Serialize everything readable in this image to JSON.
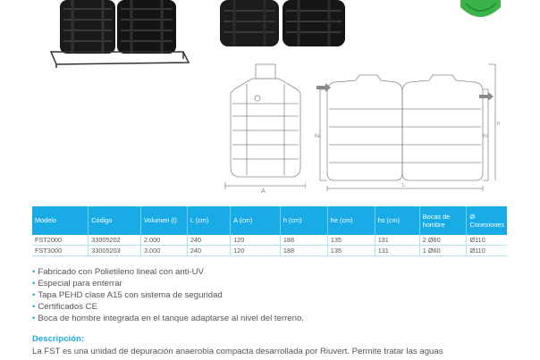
{
  "colors": {
    "accent": "#19abe6",
    "tank": "#1a1a1a",
    "drawing_line": "#8a8a8a",
    "green": "#3cb34a"
  },
  "drawings": {
    "front_label": "A",
    "side_labels": {
      "he": "he",
      "hs": "hs",
      "h": "h",
      "L": "L"
    }
  },
  "table": {
    "headers": [
      "Modelo",
      "Código",
      "Volumen (l)",
      "L (cm)",
      "A (cm)",
      "h (cm)",
      "he (cm)",
      "hs (cm)",
      "Bocas de hombre",
      "Ø Conexiones"
    ],
    "rows": [
      [
        "FST2000",
        "33005202",
        "2.000",
        "240",
        "120",
        "188",
        "135",
        "131",
        "2 Ø60",
        "Ø110"
      ],
      [
        "FST3000",
        "33005203",
        "3.000",
        "240",
        "120",
        "188",
        "135",
        "131",
        "1 Ø60",
        "Ø110"
      ]
    ]
  },
  "features": [
    "Fabricado con Polietileno lineal con anti-UV",
    "Especial para enterrar",
    "Tapa PEHD clase A15 con sistema de seguridad",
    "Certificados CE",
    "Boca de hombre integrada en el tanque adaptarse al nivel del terreno."
  ],
  "description": {
    "title": "Descripción:",
    "text": "La FST es una unidad de depuración anaerobia compacta desarrollada por Riuvert. Permite tratar las aguas"
  }
}
